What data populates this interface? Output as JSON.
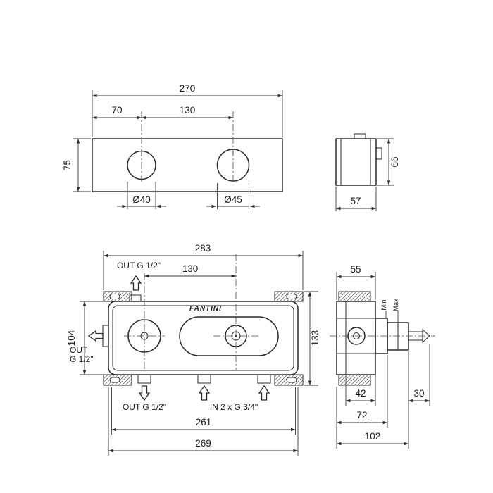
{
  "colors": {
    "line": "#2a2a2a",
    "background": "#ffffff"
  },
  "drawing": {
    "trim_front": {
      "dim_width": "270",
      "dim_offset": "70",
      "dim_centers": "130",
      "dim_height": "75",
      "knob1_diameter": "Ø40",
      "knob2_diameter": "Ø45"
    },
    "trim_side": {
      "dim_height": "66",
      "dim_depth": "57"
    },
    "body_front": {
      "brand": "FANTINI",
      "dim_overall_width": "283",
      "dim_centers": "130",
      "dim_height": "104",
      "dim_height_overall": "133",
      "dim_width_mid": "261",
      "dim_width_outer": "269",
      "label_out_top": "OUT G 1/2\"",
      "label_out_left_line1": "OUT",
      "label_out_left_line2": "G 1/2\"",
      "label_out_bottom": "OUT G 1/2\"",
      "label_in_bottom": "IN 2 x G 3/4\""
    },
    "body_side": {
      "dim_depth": "55",
      "label_min": "Min",
      "label_max": "Max",
      "dim_cartridge": "42",
      "dim_spindle": "30",
      "dim_depth_body": "72",
      "dim_depth_overall": "102"
    }
  }
}
